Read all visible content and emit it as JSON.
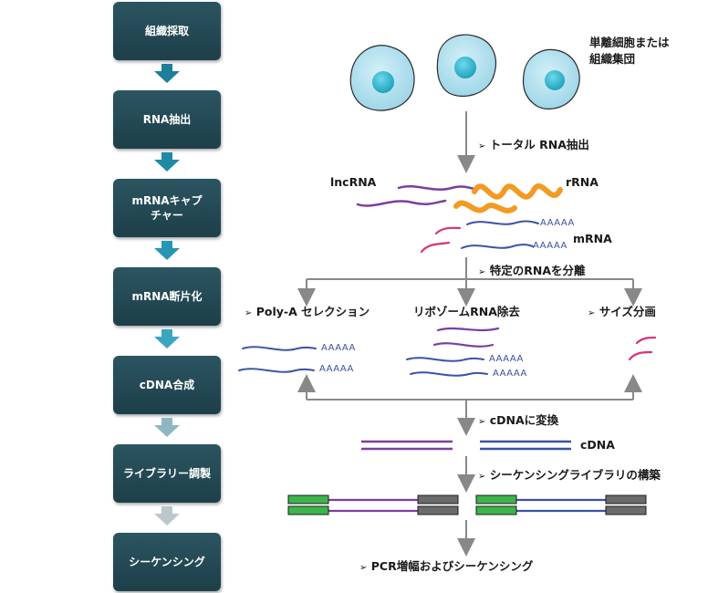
{
  "workflow_steps": [
    "組織採取",
    "RNA抽出",
    "mRNAキャプ\nチャー",
    "mRNA断片化",
    "cDNA合成",
    "ライブラリー調製",
    "シーケンシング"
  ],
  "diagram": {
    "cells_label_line1": "単離細胞または",
    "cells_label_line2": "組織集団",
    "step_total_rna": "トータル RNA抽出",
    "lncrna": "lncRNA",
    "rrna": "rRNA",
    "mrna": "mRNA",
    "polya_tail": "AAAAA",
    "step_separate": "特定のRNAを分離",
    "method_polya": "Poly-A セレクション",
    "method_ribo": "リボゾームRNA除去",
    "method_size": "サイズ分画",
    "step_cdna": "cDNAに変換",
    "cdna_label": "cDNA",
    "step_library": "シーケンシングライブラリの構築",
    "step_pcr": "PCR増幅およびシーケンシング",
    "bullet": "➢"
  },
  "colors": {
    "step_box": "#1f4049",
    "arrow_dark": "#1f7e99",
    "arrow_light": "#bcc7cc",
    "cell_fill": "#aee0ee",
    "nucleus": "#3fbfd6",
    "lncrna": "#7b3f9e",
    "rrna": "#f29a22",
    "mrna": "#3d52a5",
    "small_rna": "#d6337a",
    "adapter_green": "#3db54a",
    "adapter_gray": "#666666",
    "line_gray": "#888888"
  }
}
